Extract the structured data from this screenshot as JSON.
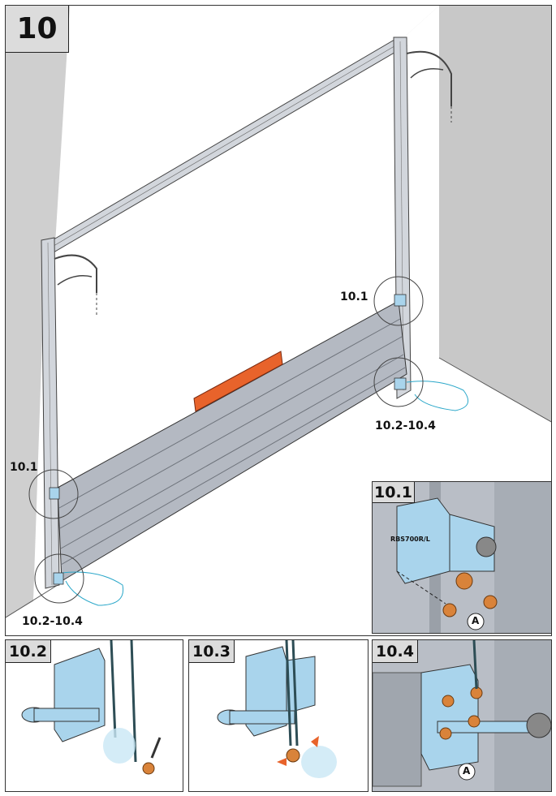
{
  "step": {
    "number": "10"
  },
  "callouts": {
    "top_right_10_1": "10.1",
    "top_right_10_2_4": "10.2-10.4",
    "left_10_1": "10.1",
    "left_10_2_4": "10.2-10.4"
  },
  "details": [
    {
      "id": "10.1",
      "model_label": "RBS700R/L",
      "marker": "A"
    },
    {
      "id": "10.2"
    },
    {
      "id": "10.3"
    },
    {
      "id": "10.4",
      "marker": "A"
    }
  ],
  "colors": {
    "panel_grey": "#b4b9c2",
    "frame_grey": "#d2d6dc",
    "bracket_blue": "#a9d4ec",
    "level_orange": "#e8632b",
    "screw_orange": "#d9833a",
    "wall_grey": "#c8c8c8"
  }
}
